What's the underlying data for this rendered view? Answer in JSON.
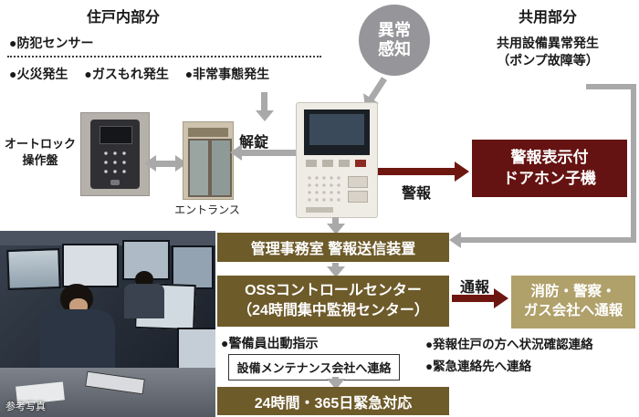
{
  "colors": {
    "box_olive": "#6e5b2a",
    "box_tan": "#b0a06a",
    "box_maroon": "#651312",
    "arrow_gray": "#a9a9a9",
    "arrow_maroon": "#6e1710",
    "circle_gray": "#96969a"
  },
  "dwelling_section": {
    "title": "住戸内部分",
    "row1": [
      "●防犯センサー"
    ],
    "row2": [
      "●火災発生",
      "●ガスもれ発生",
      "●非常事態発生"
    ]
  },
  "common_section": {
    "title": "共用部分",
    "line1": "共用設備異常発生",
    "line2": "（ポンプ故障等）"
  },
  "detection": {
    "line1": "異常",
    "line2": "感知"
  },
  "devices": {
    "autolock_line1": "オートロック",
    "autolock_line2": "操作盤",
    "entrance": "エントランス"
  },
  "flow_labels": {
    "unlock": "解錠",
    "alarm": "警報",
    "notify": "通報"
  },
  "boxes": {
    "doorphone_line1": "警報表示付",
    "doorphone_line2": "ドアホン子機",
    "office": "管理事務室 警報送信装置",
    "oss_line1": "OSSコントロールセンター",
    "oss_line2": "（24時間集中監視センター）",
    "notify_dest_line1": "消防・警察・",
    "notify_dest_line2": "ガス会社へ通報",
    "maintenance": "設備メンテナンス会社へ連絡",
    "always": "24時間・365日緊急対応"
  },
  "bullets": {
    "guard": "●警備員出動指示",
    "resident": "●発報住戸の方へ状況確認連絡",
    "emergency": "●緊急連絡先へ連絡"
  },
  "photo": {
    "caption": "参考写真"
  }
}
